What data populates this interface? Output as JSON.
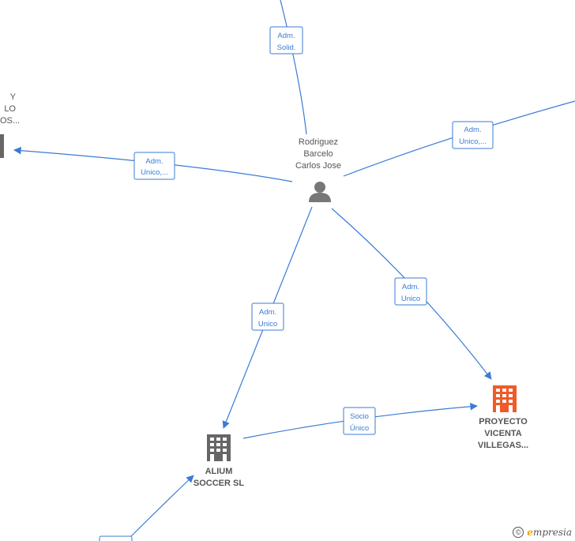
{
  "nodes": {
    "person": {
      "lines": [
        "Rodriguez",
        "Barcelo",
        "Carlos Jose"
      ]
    },
    "alium": {
      "lines": [
        "ALIUM",
        "SOCCER SL"
      ]
    },
    "proyecto": {
      "lines": [
        "PROYECTO",
        "VICENTA",
        "VILLEGAS..."
      ]
    },
    "left_partial": {
      "lines": [
        "Y",
        "LO",
        "OS..."
      ]
    }
  },
  "edges": {
    "top": {
      "lines": [
        "Adm.",
        "Solid."
      ]
    },
    "left": {
      "lines": [
        "Adm.",
        "Unico,..."
      ]
    },
    "right": {
      "lines": [
        "Adm.",
        "Unico,..."
      ]
    },
    "alium": {
      "lines": [
        "Adm.",
        "Unico"
      ]
    },
    "proyecto": {
      "lines": [
        "Adm.",
        "Unico"
      ]
    },
    "socio": {
      "lines": [
        "Socio",
        "Único"
      ]
    }
  },
  "colors": {
    "edge": "#3a7bd5",
    "person": "#777777",
    "company_main": "#f05a28",
    "company": "#666666"
  },
  "footer": {
    "copyright": "©",
    "brand_e": "e",
    "brand_rest": "mpresia"
  }
}
